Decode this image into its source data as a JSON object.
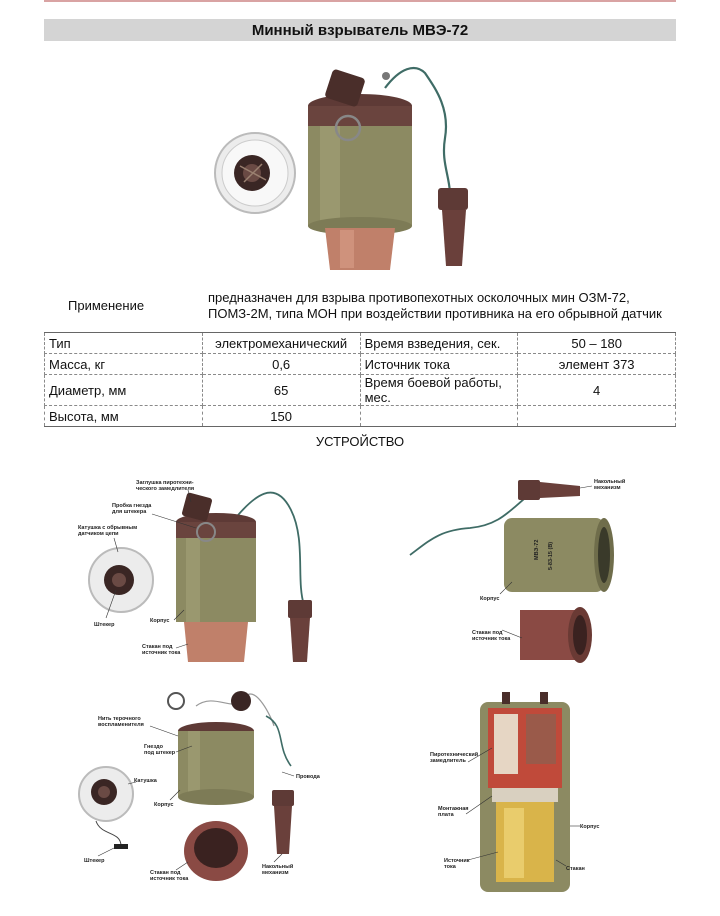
{
  "title": "Минный взрыватель МВЭ-72",
  "purpose": {
    "label": "Применение",
    "text": "предназначен для взрыва противопехотных осколочных мин ОЗМ-72, ПОМЗ-2М, типа МОН при воздействии противника на его обрывной датчик"
  },
  "specs": [
    {
      "k1": "Тип",
      "v1": "электромеханический",
      "k2": "Время взведения, сек.",
      "v2": "50 – 180"
    },
    {
      "k1": "Масса, кг",
      "v1": "0,6",
      "k2": "Источник тока",
      "v2": "элемент 373"
    },
    {
      "k1": "Диаметр, мм",
      "v1": "65",
      "k2": "Время боевой работы, мес.",
      "v2": "4"
    },
    {
      "k1": "Высота, мм",
      "v1": "150",
      "k2": "",
      "v2": ""
    }
  ],
  "section_title": "УСТРОЙСТВО",
  "diagram_labels": {
    "fig1": {
      "plug_cap": [
        "Заглушка пиротехни-",
        "ческого замедлителя"
      ],
      "socket_plug": [
        "Пробка гнезда",
        "для штекера"
      ],
      "coil": [
        "Катушка с обрывным",
        "датчиком цепи"
      ],
      "plug": "Штекер",
      "body": "Корпус",
      "cup": [
        "Стакан под",
        "источник тока"
      ]
    },
    "fig2": {
      "striker": [
        "Накольный",
        "механизм"
      ],
      "body": "Корпус",
      "cup": [
        "Стакан под",
        "источник тока"
      ],
      "marking": [
        "МВЭ-72",
        "5-83-15 (В)"
      ]
    },
    "fig3": {
      "thread": [
        "Нить терочного",
        "воспламенителя"
      ],
      "socket": [
        "Гнездо",
        "под штекер"
      ],
      "wires": "Провода",
      "coil": "Катушка",
      "body": "Корпус",
      "plug": "Штекер",
      "cup": [
        "Стакан под",
        "источник тока"
      ],
      "striker": [
        "Накольный",
        "механизм"
      ]
    },
    "fig4": {
      "pyro": [
        "Пиротехнический",
        "замедлитель"
      ],
      "board": [
        "Монтажная",
        "плата"
      ],
      "body": "Корпус",
      "source": [
        "Источник",
        "тока"
      ],
      "cup": "Стакан"
    }
  },
  "colors": {
    "title_bar": "#d4d4d4",
    "body_olive": "#8c8a62",
    "cap_brown": "#5e3a36",
    "cup_copper": "#c0806a",
    "wire_teal": "#3f6c66",
    "battery_yellow": "#d9b44a"
  }
}
